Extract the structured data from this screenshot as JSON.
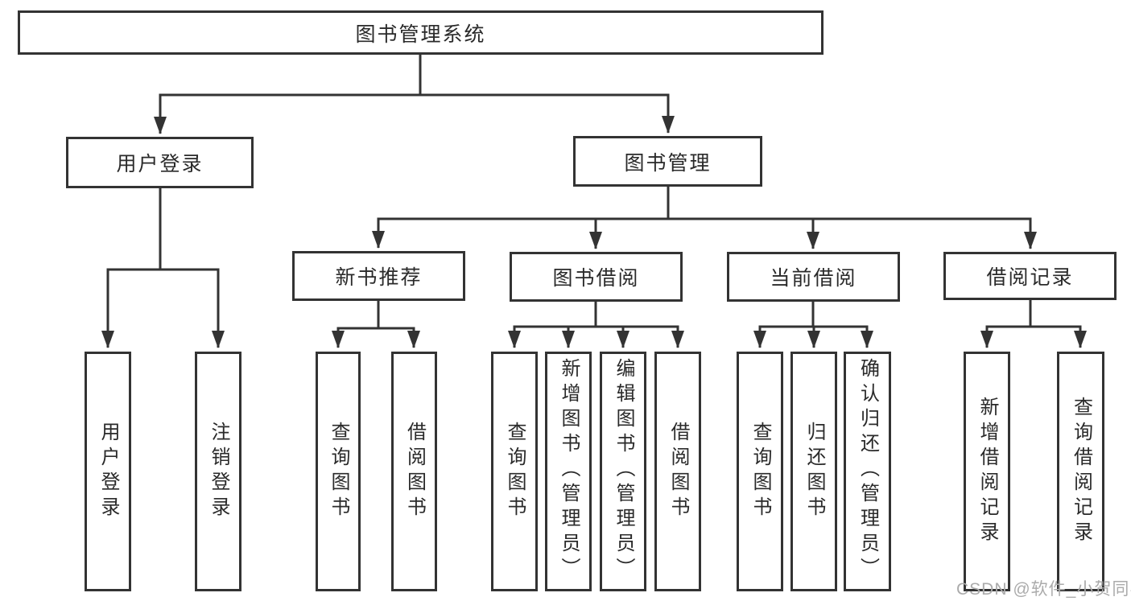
{
  "diagram_title": "图书管理系统",
  "watermark": "CSDN @软件_小贺同学",
  "colors": {
    "line": "#333333",
    "box_border": "#333333",
    "text": "#2a2a2a",
    "watermark": "#ababab",
    "background": "#ffffff"
  },
  "nodes": {
    "root": {
      "label": "图书管理系统"
    },
    "level2": [
      {
        "label": "用户登录"
      },
      {
        "label": "图书管理"
      }
    ],
    "level3": [
      {
        "label": "新书推荐"
      },
      {
        "label": "图书借阅"
      },
      {
        "label": "当前借阅"
      },
      {
        "label": "借阅记录"
      }
    ],
    "leaves": [
      {
        "label": "用户登录"
      },
      {
        "label": "注销登录"
      },
      {
        "label": "查询图书"
      },
      {
        "label": "借阅图书"
      },
      {
        "label": "查询图书"
      },
      {
        "label": "新增图书（管理员）"
      },
      {
        "label": "编辑图书（管理员）"
      },
      {
        "label": "借阅图书"
      },
      {
        "label": "查询图书"
      },
      {
        "label": "归还图书"
      },
      {
        "label": "确认归还（管理员）"
      },
      {
        "label": "新增借阅记录"
      },
      {
        "label": "查询借阅记录"
      }
    ]
  }
}
